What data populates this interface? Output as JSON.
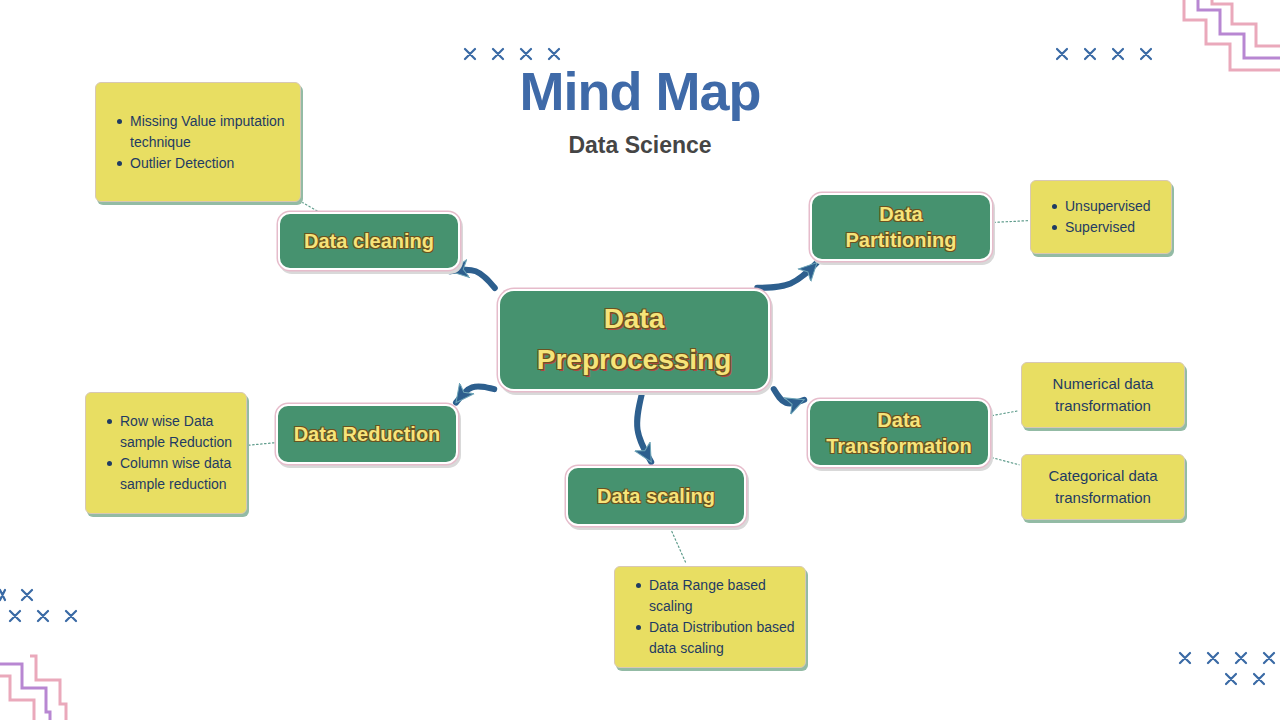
{
  "diagram": {
    "title": "Mind Map",
    "nodes": [
      {
        "text": [
          "Missing Value imputation technique",
          "Outlier Detection"
        ]
      },
      {
        "text": [
          "Data cleaning"
        ]
      },
      {
        "text": [
          "Data Partitioning"
        ]
      },
      {
        "text": [
          "Unsupervised",
          "Supervised"
        ]
      },
      {
        "text": [
          "Data Preprocessing"
        ]
      },
      {
        "text": [
          "Numerical data transformation"
        ]
      },
      {
        "text": [
          "Row wise Data sample Reduction",
          "Column wise data sample reduction"
        ]
      },
      {
        "text": [
          "Data Reduction"
        ]
      },
      {
        "text": [
          "Data Transformation"
        ]
      },
      {
        "text": [
          "Categorical data transformation"
        ]
      },
      {
        "text": [
          "Data scaling"
        ]
      },
      {
        "text": [
          "Data Range based scaling",
          "Data Distribution based data scaling"
        ]
      }
    ],
    "edges": [
      {
        "from": 4,
        "to": 1,
        "arrow": "to"
      },
      {
        "from": 4,
        "to": 2,
        "arrow": "to"
      },
      {
        "from": 4,
        "to": 7,
        "arrow": "to"
      },
      {
        "from": 4,
        "to": 10,
        "arrow": "to"
      },
      {
        "from": 4,
        "to": 8,
        "arrow": "to"
      },
      {
        "from": 1,
        "to": 0,
        "arrow": "none"
      },
      {
        "from": 2,
        "to": 3,
        "arrow": "none"
      },
      {
        "from": 7,
        "to": 6,
        "arrow": "none"
      },
      {
        "from": 8,
        "to": 5,
        "arrow": "none"
      },
      {
        "from": 8,
        "to": 9,
        "arrow": "none"
      },
      {
        "from": 10,
        "to": 11,
        "arrow": "none"
      }
    ],
    "labels": [
      "Data Science"
    ]
  }
}
